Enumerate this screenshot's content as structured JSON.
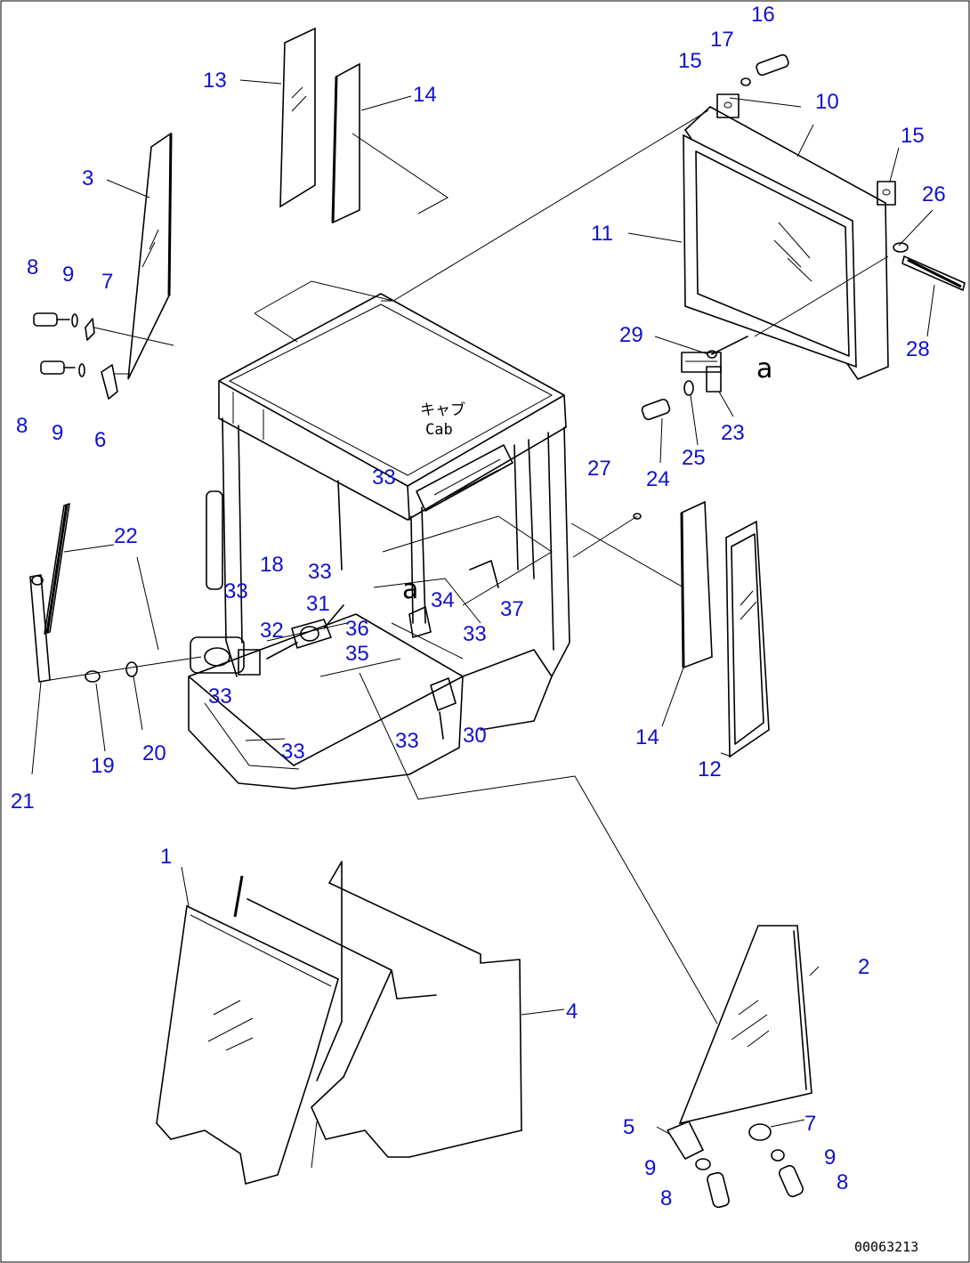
{
  "diagram": {
    "drawing_number": "00063213",
    "cab_label_jp": "キャブ",
    "cab_label_en": "Cab",
    "view_reference_mark": "a",
    "callout_color": "#1010d0"
  },
  "callouts": [
    "1",
    "2",
    "3",
    "4",
    "5",
    "6",
    "7",
    "8",
    "9",
    "10",
    "11",
    "12",
    "13",
    "14",
    "15",
    "16",
    "17",
    "18",
    "19",
    "20",
    "21",
    "22",
    "23",
    "24",
    "25",
    "26",
    "27",
    "28",
    "29",
    "30",
    "31",
    "32",
    "33",
    "34",
    "35",
    "36",
    "37"
  ]
}
